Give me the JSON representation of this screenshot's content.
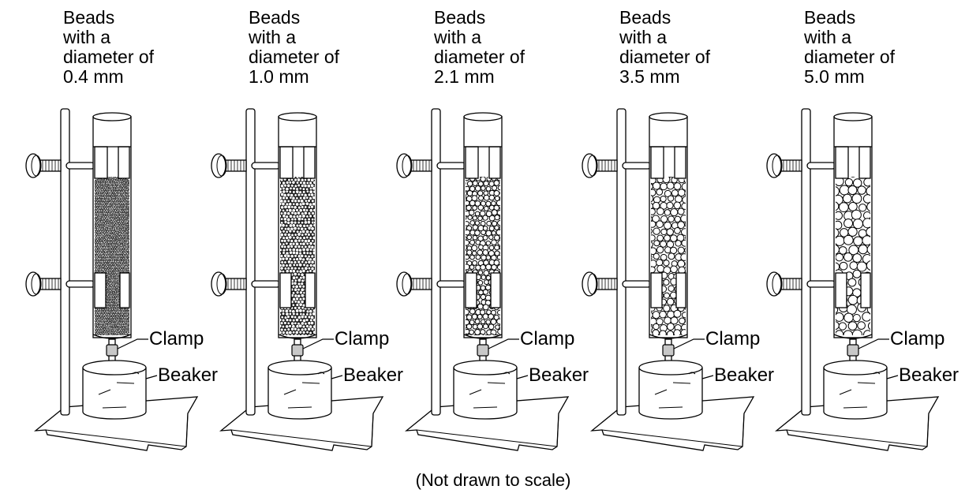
{
  "apparatus": [
    {
      "label_lines": [
        "Beads",
        "with a",
        "diameter of",
        "0.4 mm"
      ],
      "bead_diameter_mm": 0.4
    },
    {
      "label_lines": [
        "Beads",
        "with a",
        "diameter of",
        "1.0 mm"
      ],
      "bead_diameter_mm": 1.0
    },
    {
      "label_lines": [
        "Beads",
        "with a",
        "diameter of",
        "2.1 mm"
      ],
      "bead_diameter_mm": 2.1
    },
    {
      "label_lines": [
        "Beads",
        "with a",
        "diameter of",
        "3.5 mm"
      ],
      "bead_diameter_mm": 3.5
    },
    {
      "label_lines": [
        "Beads",
        "with a",
        "diameter of",
        "5.0 mm"
      ],
      "bead_diameter_mm": 5.0
    }
  ],
  "parts": {
    "clamp": "Clamp",
    "beaker": "Beaker"
  },
  "footer": "(Not drawn to scale)",
  "colors": {
    "line": "#000000",
    "clamp_fill": "#c8c8c8"
  }
}
